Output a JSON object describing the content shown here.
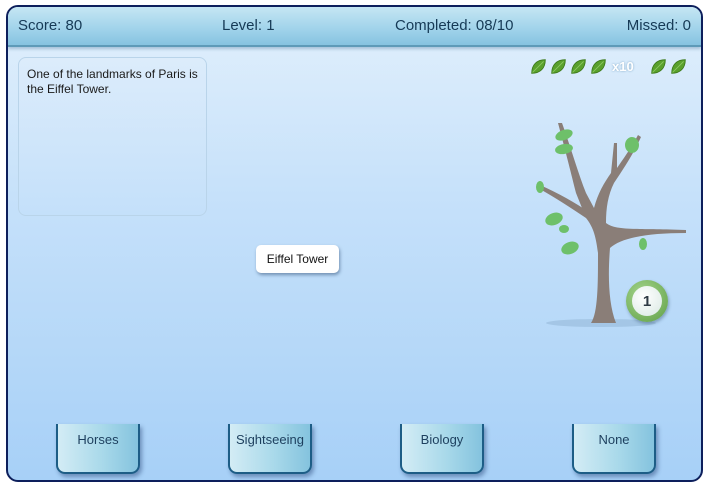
{
  "status_bar": {
    "score": "Score: 80",
    "level": "Level: 1",
    "completed": "Completed: 08/10",
    "missed": "Missed: 0"
  },
  "hint": {
    "text": "One of the landmarks of Paris is the Eiffel Tower."
  },
  "leaves_display": {
    "group1_count": 4,
    "multiplier": "x10",
    "group2_count": 2,
    "leaf_color": "#5aa02c"
  },
  "tree": {
    "level_badge": "1",
    "badge_color": "#6fae5a"
  },
  "word_card": {
    "label": "Eiffel Tower"
  },
  "answers": [
    {
      "label": "Horses"
    },
    {
      "label": "Sightseeing"
    },
    {
      "label": "Biology"
    },
    {
      "label": "None"
    }
  ],
  "colors": {
    "frame_border": "#0d1f5c",
    "topbar": "#9fd2ea",
    "background": "#c6e1fa",
    "text_dark": "#163a56"
  }
}
